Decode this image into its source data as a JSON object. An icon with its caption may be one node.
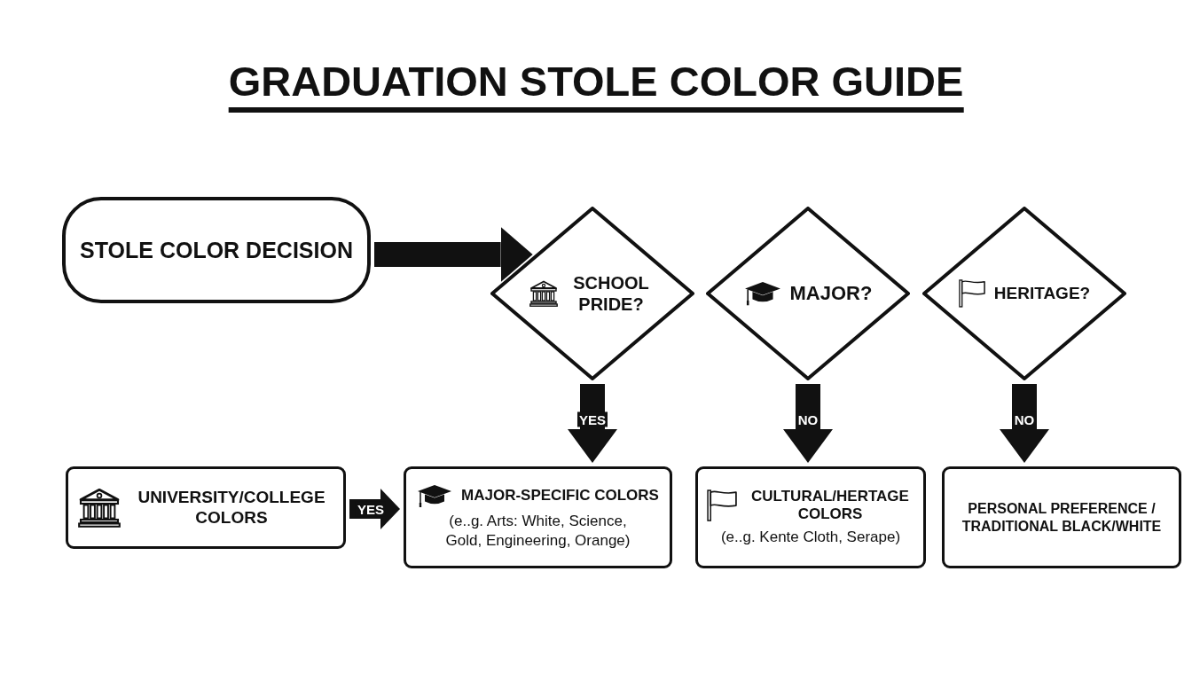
{
  "diagram": {
    "title": "GRADUATION STOLE COLOR GUIDE",
    "nodes": [
      {
        "text": [
          "STOLE COLOR DECISION"
        ]
      },
      {
        "text": [
          "SCHOOL PRIDE?"
        ]
      },
      {
        "text": [
          "MAJOR?"
        ]
      },
      {
        "text": [
          "HERITAGE?"
        ]
      },
      {
        "text": [
          "UNIVERSITY/COLLEGE COLORS"
        ]
      },
      {
        "text": [
          "MAJOR-SPECIFIC COLORS",
          "(e..g. Arts: White, Science, Gold, Engineering, Orange)"
        ]
      },
      {
        "text": [
          "CULTURAL/HERTAGE COLORS",
          "(e..g. Kente Cloth, Serape)"
        ]
      },
      {
        "text": [
          "PERSONAL PREFERENCE / TRADITIONAL BLACK/WHITE"
        ]
      }
    ],
    "edges": [
      {
        "from": 0,
        "to": 1,
        "arrow": "to"
      },
      {
        "from": 1,
        "to": 5,
        "arrow": "to",
        "label": "YES"
      },
      {
        "from": 2,
        "to": 6,
        "arrow": "to",
        "label": "NO"
      },
      {
        "from": 3,
        "to": 7,
        "arrow": "to",
        "label": "NO"
      },
      {
        "from": 4,
        "to": 5,
        "arrow": "to",
        "label": "YES"
      }
    ]
  }
}
